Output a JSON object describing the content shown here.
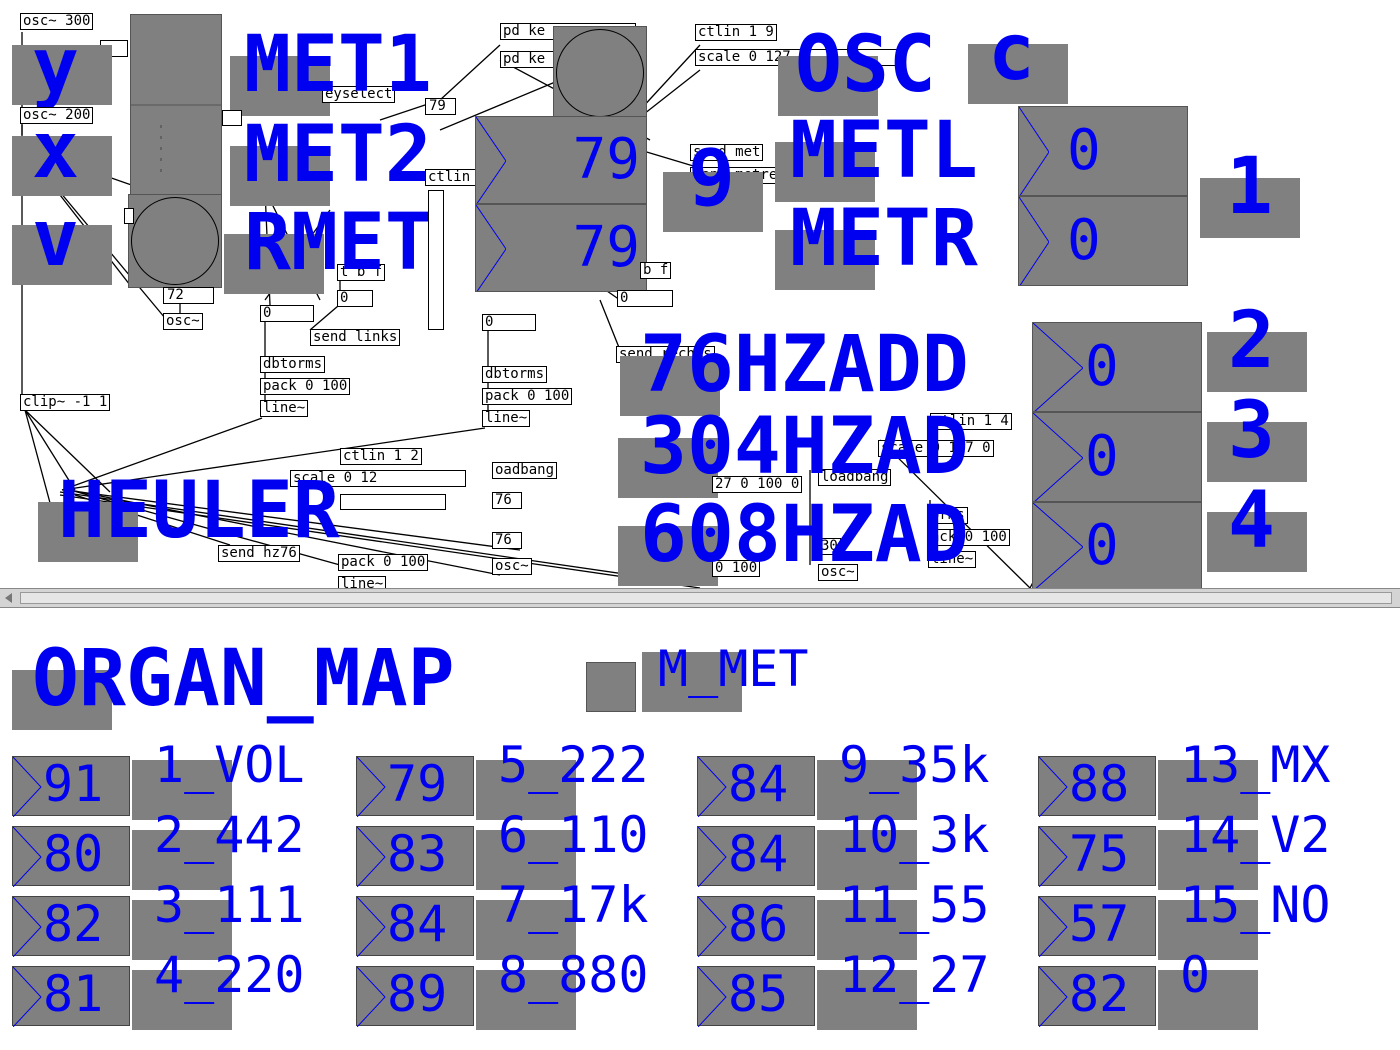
{
  "top": {
    "objects": {
      "osc300": "osc~ 300",
      "osc200": "osc~ 200",
      "osc_a": "osc~",
      "n72": "72",
      "clip": "clip~ -1 1",
      "pdk1": "pd ke",
      "pdk2": "pd ke",
      "keyselect": "eyselect",
      "n79": "79",
      "ctlin19": "ctlin 1 9",
      "scale127": "scale 0 127",
      "sendmet": "send met",
      "sendmetrechts": "send metrechts",
      "ctlin11": "ctlin 1 1",
      "tbf1": "t b f",
      "tbf2": "b f",
      "zero1": "0",
      "zero2": "0",
      "zero3": "0",
      "zero4": "0",
      "sendlinks": "send links",
      "dbtorms1": "dbtorms",
      "pack1": "pack 0 100",
      "line1": "line~",
      "dbtorms2": "dbtorms",
      "pack2": "pack 0 100",
      "line2": "line~",
      "sendrechts": "send rechts",
      "ctlin12": "ctlin 1 2",
      "scale012": "scale 0 12",
      "loadbang1": "oadbang",
      "loadbang2": "loadbang",
      "n76a": "76",
      "n76b": "76",
      "sendhz76": "send hz76",
      "pack3": "pack 0 100",
      "line3": "line~",
      "osc_b": "osc~",
      "osc_c": "osc~",
      "n30": "30",
      "pack4": "0 100",
      "scale27": "27 0 100 0",
      "ctlin14": "ctlin 1 4",
      "scale0127": "scale 0 127 0",
      "dbtorms3": "orms",
      "pack5": "ack 0 100",
      "line4": "line~"
    },
    "labels": {
      "y": "y",
      "x": "x",
      "v": "v",
      "met1": "MET1",
      "met2": "MET2",
      "rmet": "RMET",
      "osc": "OSC",
      "c": "c",
      "metl": "METL",
      "metr": "METR",
      "heuler": "HEULER",
      "hz76": "76HZADD",
      "hz304": "304HZAD",
      "hz608": "608HZAD",
      "nine": "9",
      "one": "1",
      "two": "2",
      "three": "3",
      "four": "4"
    },
    "numboxes": {
      "mid_a": "79",
      "mid_b": "79",
      "metl": "0",
      "metr": "0",
      "hz76": "0",
      "hz304": "0",
      "hz608": "0"
    }
  },
  "bottom": {
    "title": "ORGAN_MAP",
    "m_met": "M_MET",
    "columns": [
      {
        "values": [
          "91",
          "80",
          "82",
          "81"
        ],
        "labels": [
          "1_VOL",
          "2_442",
          "3_111",
          "4_220"
        ]
      },
      {
        "values": [
          "79",
          "83",
          "84",
          "89"
        ],
        "labels": [
          "5_222",
          "6_110",
          "7_17k",
          "8_880"
        ]
      },
      {
        "values": [
          "84",
          "84",
          "86",
          "85"
        ],
        "labels": [
          "9_35k",
          "10_3k",
          "11_55",
          "12_27"
        ]
      },
      {
        "values": [
          "88",
          "75",
          "57",
          "82"
        ],
        "labels": [
          "13_MX",
          "14_V2",
          "15_NO",
          "0"
        ]
      }
    ]
  },
  "colors": {
    "label": "#0000f0",
    "gui_bg": "#808080",
    "canvas": "#ffffff"
  }
}
